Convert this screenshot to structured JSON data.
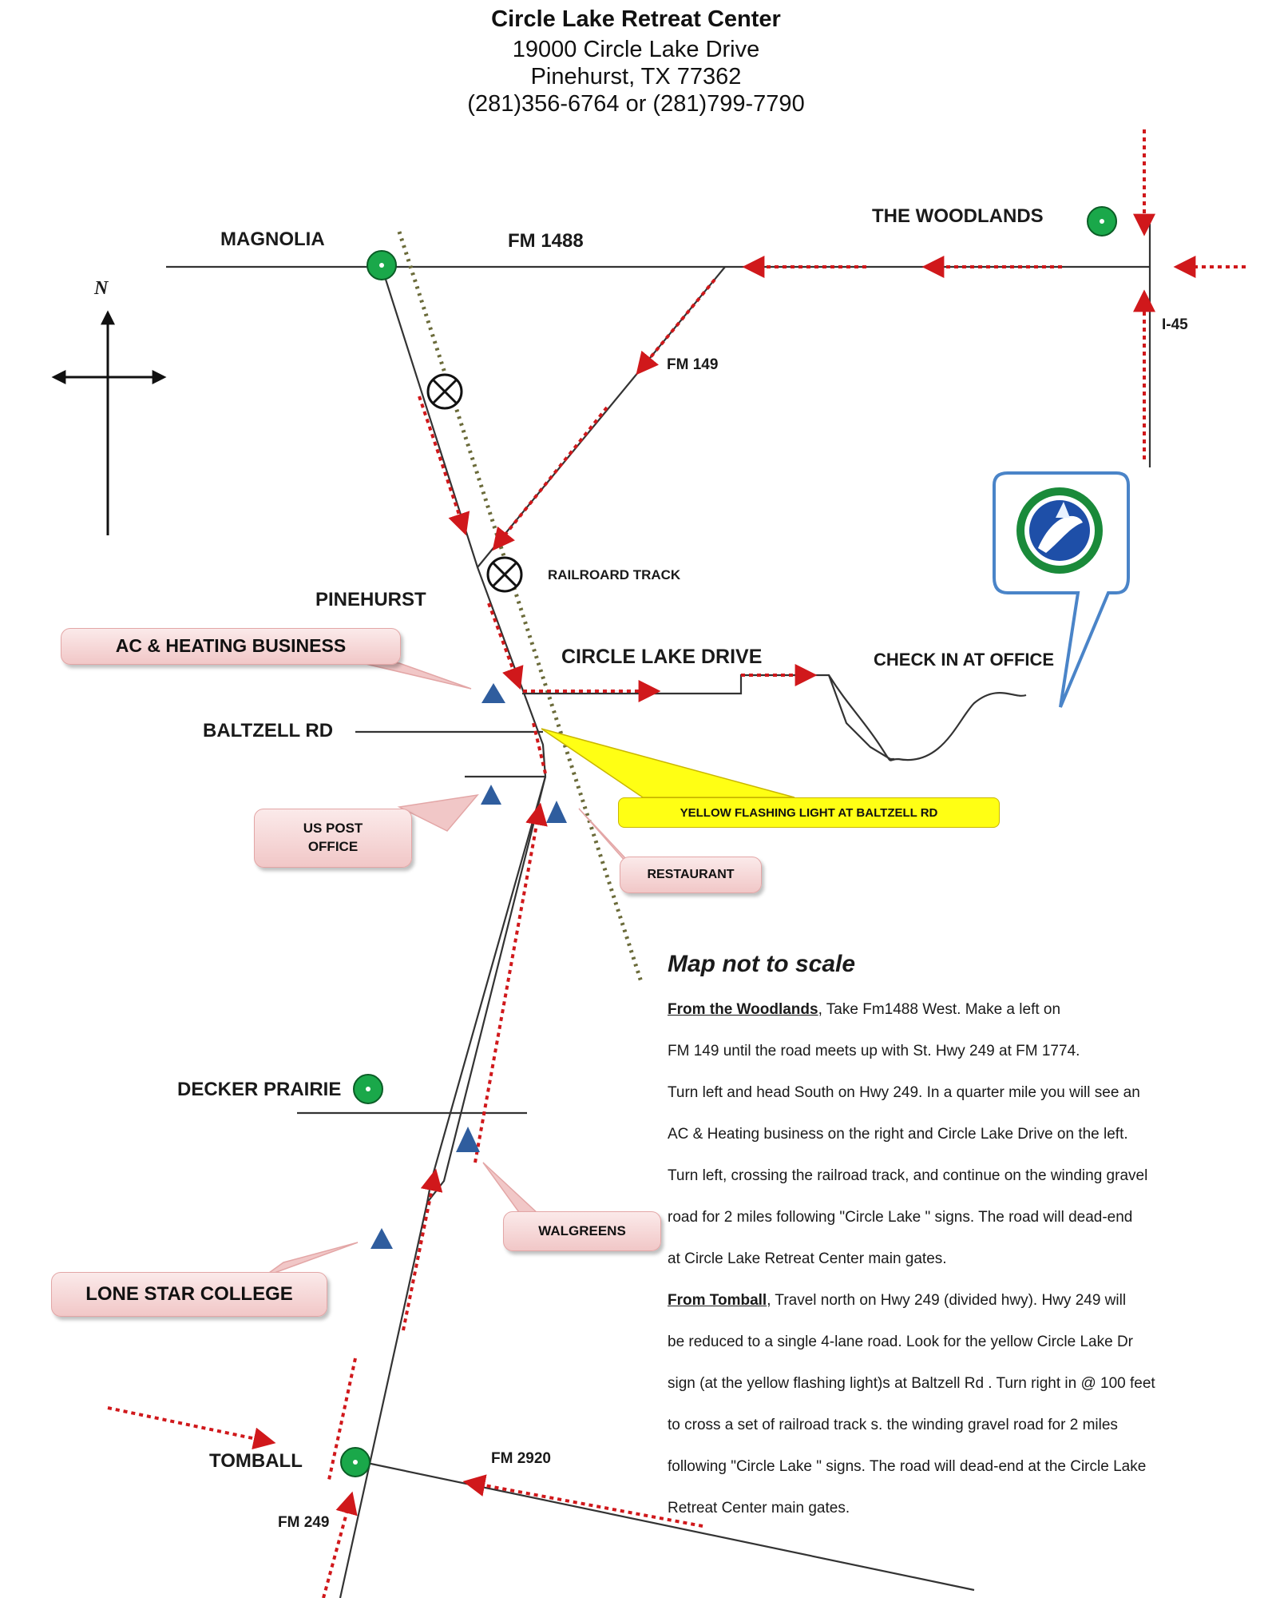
{
  "header": {
    "name": "Circle Lake Retreat Center",
    "address": "19000 Circle Lake Drive",
    "city": "Pinehurst, TX 77362",
    "phone": "(281)356-6764 or (281)799-7790"
  },
  "compass": {
    "north_label": "N"
  },
  "places": {
    "magnolia": "MAGNOLIA",
    "woodlands": "THE WOODLANDS",
    "pinehurst": "PINEHURST",
    "decker_prairie": "DECKER PRAIRIE",
    "tomball": "TOMBALL"
  },
  "roads": {
    "fm1488": "FM 1488",
    "fm149": "FM 149",
    "i45": "I-45",
    "railroad": "RAILROARD TRACK",
    "circle_lake_drive": "CIRCLE LAKE DRIVE",
    "baltzell": "BALTZELL RD",
    "fm2920": "FM 2920",
    "fm249": "FM 249"
  },
  "callouts": {
    "ac_heating": "AC & HEATING BUSINESS",
    "post_office_line1": "US POST",
    "post_office_line2": "OFFICE",
    "restaurant": "RESTAURANT",
    "walgreens": "WALGREENS",
    "lone_star": "LONE STAR COLLEGE",
    "yellow_light": "YELLOW FLASHING LIGHT AT BALTZELL RD",
    "check_in": "CHECK IN AT OFFICE"
  },
  "colors": {
    "route": "#d0181b",
    "road": "#333333",
    "railroad": "#6b6b3a",
    "town_marker": "#1aa84a",
    "landmark": "#2f5d9e"
  },
  "directions": {
    "title": "Map not to scale",
    "woodlands_heading": "From the Woodlands",
    "woodlands_lines": [
      ", Take Fm1488 West. Make a left on",
      "FM 149 until the road meets up with St. Hwy 249 at FM 1774.",
      "Turn left and head South on Hwy 249. In a quarter mile you will see an",
      "AC & Heating business on the right and Circle Lake Drive on the left.",
      "Turn left, crossing the railroad track, and continue on the winding gravel",
      "road  for 2 miles following \"Circle Lake \" signs. The road will dead-end",
      "at Circle Lake Retreat Center main gates."
    ],
    "tomball_heading": "From Tomball",
    "tomball_lines": [
      ", Travel north on Hwy 249 (divided hwy). Hwy 249 will",
      "be reduced to a single 4-lane road. Look for the yellow Circle Lake Dr",
      "sign (at the yellow flashing light)s at Baltzell Rd . Turn right in @ 100 feet",
      "to cross a set of railroad track s. the winding gravel  road  for 2 miles",
      "following \"Circle Lake \" signs. The road will dead-end  at  the Circle Lake",
      "Retreat Center main gates."
    ]
  }
}
